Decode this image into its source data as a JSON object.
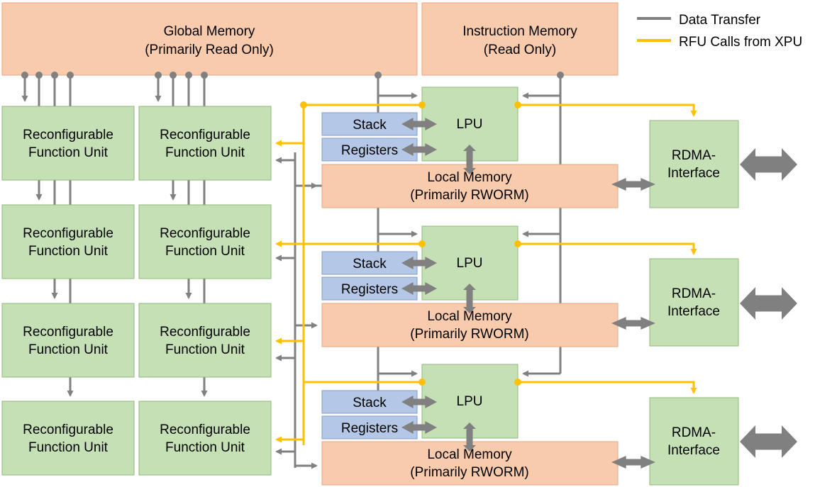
{
  "legend": {
    "data_transfer": "Data Transfer",
    "rfu_calls": "RFU Calls from XPU"
  },
  "colors": {
    "memory_fill": "#f8cbad",
    "memory_stroke": "#e8a47c",
    "unit_fill": "#c5e0b4",
    "unit_stroke": "#8fb97a",
    "reg_fill": "#b4c7e7",
    "reg_stroke": "#7f9cc9",
    "data_line": "#808080",
    "rfu_line": "#ffc000"
  },
  "global_memory": {
    "line1": "Global Memory",
    "line2": "(Primarily Read Only)"
  },
  "instruction_memory": {
    "line1": "Instruction Memory",
    "line2": "(Read Only)"
  },
  "rfu": {
    "line1": "Reconfigurable",
    "line2": "Function Unit"
  },
  "stack_label": "Stack",
  "registers_label": "Registers",
  "lpu_label": "LPU",
  "local_memory": {
    "line1": "Local Memory",
    "line2": "(Primarily RWORM)"
  },
  "rdma": {
    "line1": "RDMA-",
    "line2": "Interface"
  }
}
